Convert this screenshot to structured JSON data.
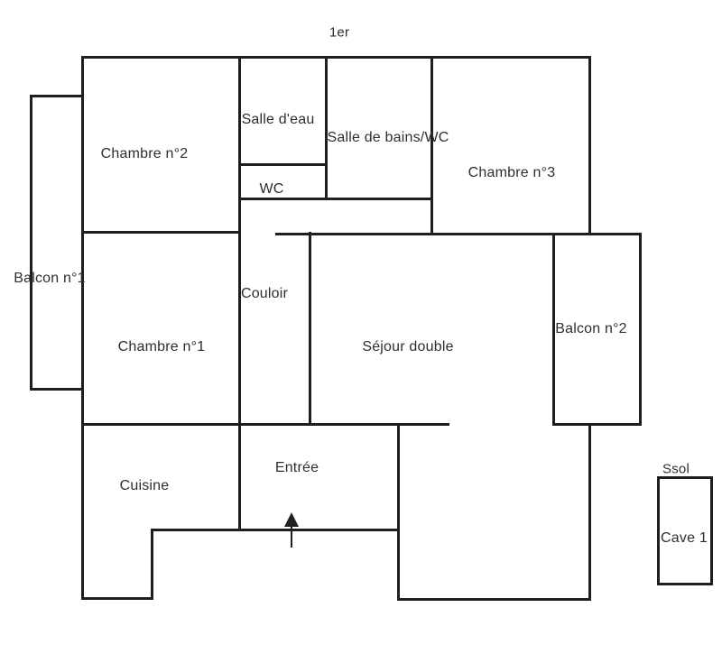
{
  "floor_plan": {
    "floor_title": "1er",
    "basement_title": "Ssol",
    "rooms": {
      "chambre1": "Chambre n°1",
      "chambre2": "Chambre n°2",
      "chambre3": "Chambre n°3",
      "salle_deau": "Salle d'eau",
      "salle_de_bains_wc": "Salle de bains/WC",
      "wc": "WC",
      "couloir": "Couloir",
      "sejour": "Séjour double",
      "balcon1": "Balcon n°1",
      "balcon2": "Balcon n°2",
      "cuisine": "Cuisine",
      "entree": "Entrée",
      "cave": "Cave 1"
    },
    "colors": {
      "wall": "#1f1f1f",
      "text": "#2e2e2e",
      "background": "#ffffff"
    }
  }
}
